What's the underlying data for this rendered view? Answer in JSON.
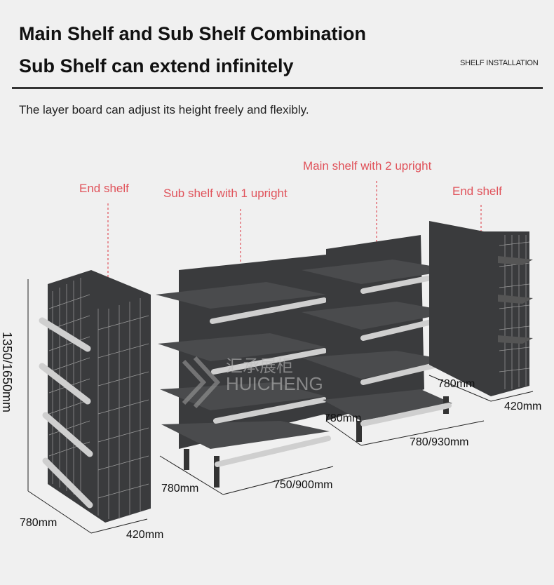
{
  "header": {
    "title_line1": "Main Shelf and Sub Shelf Combination",
    "title_line2": "Sub Shelf can extend infinitely",
    "tag": "SHELF INSTALLATION"
  },
  "subtitle": "The layer board can adjust its height freely and flexibly.",
  "callouts": {
    "end_shelf_left": "End shelf",
    "sub_shelf": "Sub shelf with 1 upright",
    "main_shelf": "Main shelf with 2 upright",
    "end_shelf_right": "End shelf"
  },
  "dimensions": {
    "height": "1350/1650mm",
    "end_left_depth": "780mm",
    "end_left_width": "420mm",
    "sub_depth": "780mm",
    "sub_width": "750/900mm",
    "main_depth": "780mm",
    "main_width": "780/930mm",
    "end_right_depth": "780mm",
    "end_right_width": "420mm"
  },
  "watermark": {
    "cn": "汇承展柜",
    "en": "HUICHENG"
  },
  "colors": {
    "shelf": "#3a3b3d",
    "rail": "#c8c8c8",
    "callout": "#e0525a"
  }
}
